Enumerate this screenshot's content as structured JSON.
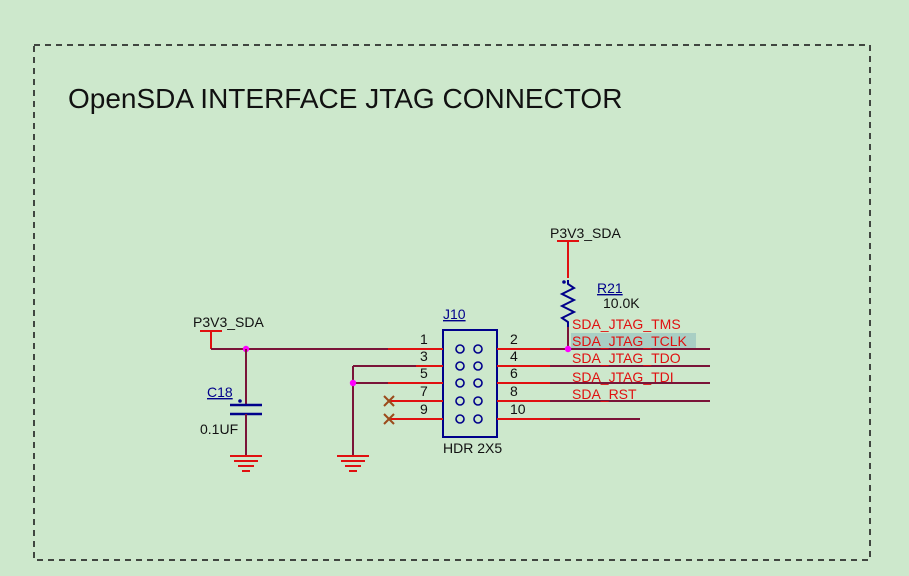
{
  "title": "OpenSDA INTERFACE JTAG CONNECTOR",
  "power_labels": {
    "left": "P3V3_SDA",
    "top": "P3V3_SDA"
  },
  "resistor": {
    "ref": "R21",
    "value": "10.0K"
  },
  "capacitor": {
    "ref": "C18",
    "value": "0.1UF"
  },
  "connector": {
    "ref": "J10",
    "part": "HDR 2X5",
    "left_pins": [
      "1",
      "3",
      "5",
      "7",
      "9"
    ],
    "right_pins": [
      "2",
      "4",
      "6",
      "8",
      "10"
    ]
  },
  "signals": [
    "SDA_JTAG_TMS",
    "SDA_JTAG_TCLK",
    "SDA_JTAG_TDO",
    "SDA_JTAG_TDI",
    "SDA_RST"
  ],
  "colors": {
    "wire": "#7a1438",
    "pin_stub": "#e01010",
    "signal_text": "#e01010",
    "component": "#00008b",
    "junction": "#ff00ff",
    "no_connect": "#9b4a1a",
    "highlight": "#a9cfc4"
  }
}
